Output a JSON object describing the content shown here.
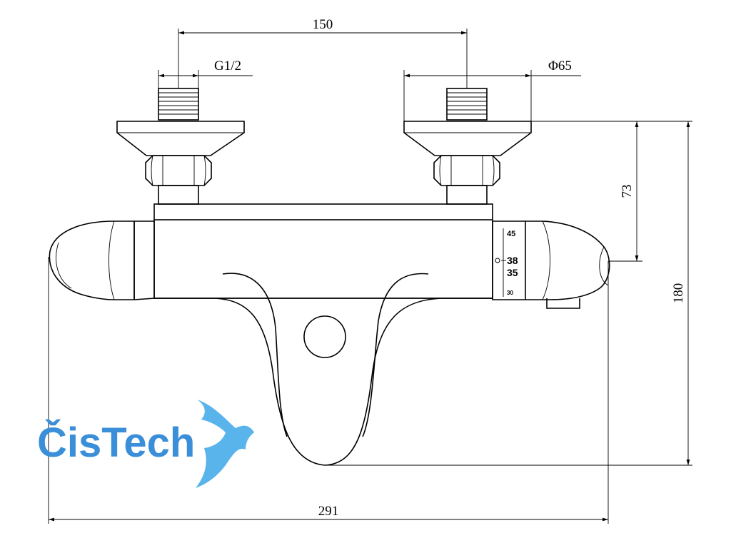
{
  "dimensions": {
    "top_spacing": "150",
    "thread": "G1/2",
    "flange_diameter": "Φ65",
    "height_inlet": "73",
    "height_total": "180",
    "width_total": "291"
  },
  "temperature_scale": {
    "mark_45": "45",
    "mark_38": "38",
    "mark_35": "35",
    "mark_30": "30"
  },
  "logo": {
    "text": "ČisTech",
    "color_text": "#3a8fd8",
    "color_fish": "#5ab4ec"
  }
}
